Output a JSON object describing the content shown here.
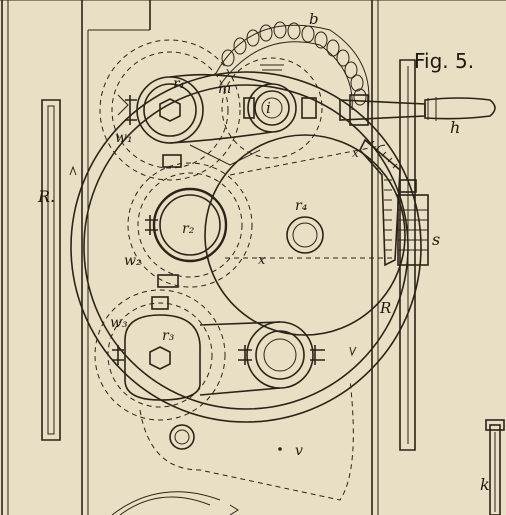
{
  "figure": {
    "title": "Fig. 5.",
    "labels": {
      "b": "b",
      "m": "m",
      "r1": "r₁",
      "i": "i",
      "w1": "w₁",
      "h": "h",
      "R_left": "R.",
      "r2": "r₂",
      "r4": "r₄",
      "s": "s",
      "w2": "w₂",
      "x_mid": "x",
      "x_top": "x",
      "w3": "w₃",
      "r3": "r₃",
      "R_right": "R",
      "v": "v",
      "k": "k"
    }
  }
}
